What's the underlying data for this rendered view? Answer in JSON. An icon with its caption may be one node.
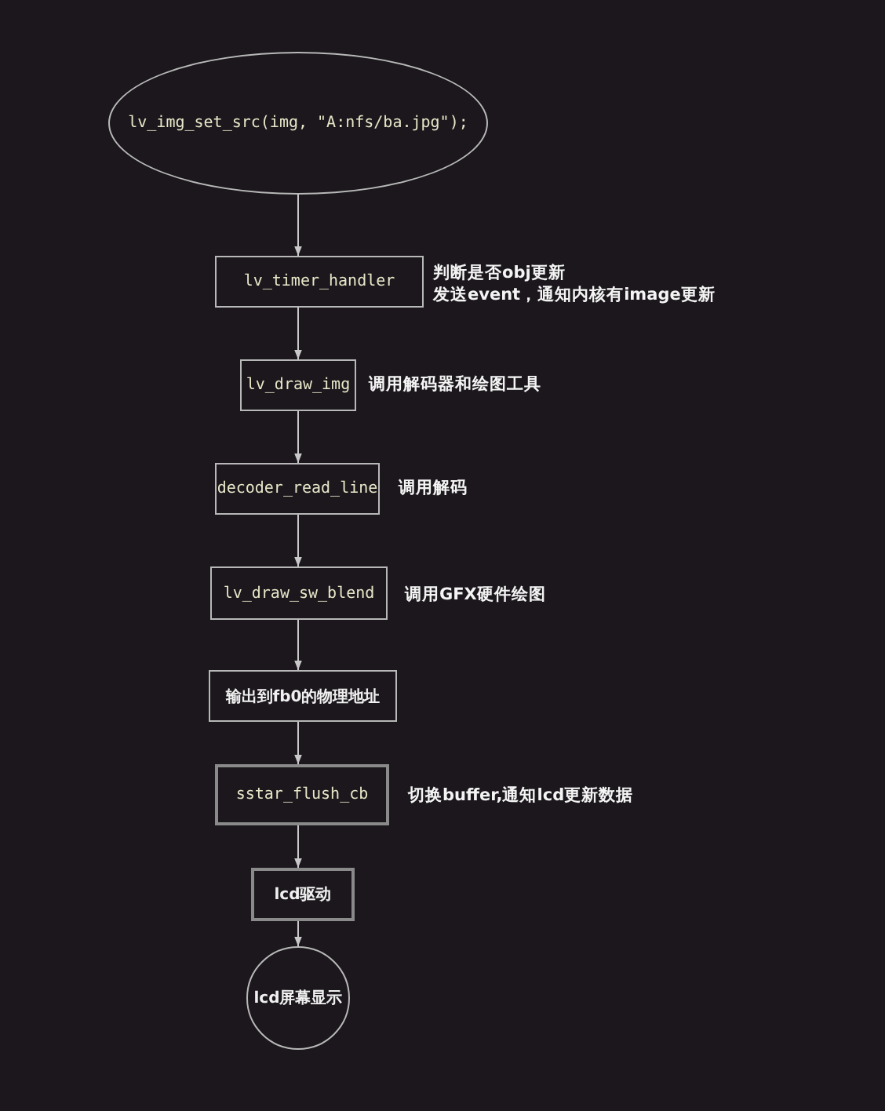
{
  "diagram": {
    "nodes": [
      {
        "text": [
          "lv_img_set_src(img, \"A:nfs/ba.jpg\");"
        ]
      },
      {
        "text": [
          "lv_timer_handler"
        ],
        "beside": [
          "判断是否obj更新",
          "发送event，通知内核有image更新"
        ]
      },
      {
        "text": [
          "lv_draw_img"
        ],
        "beside": [
          "调用解码器和绘图工具"
        ]
      },
      {
        "text": [
          "decoder_read_line"
        ],
        "beside": [
          "调用解码"
        ]
      },
      {
        "text": [
          "lv_draw_sw_blend"
        ],
        "beside": [
          "调用GFX硬件绘图"
        ]
      },
      {
        "text": [
          "输出到fb0的物理地址"
        ]
      },
      {
        "text": [
          "sstar_flush_cb"
        ],
        "beside": [
          "切换buffer,通知lcd更新数据"
        ]
      },
      {
        "text": [
          "lcd驱动"
        ]
      },
      {
        "text": [
          "lcd屏幕显示"
        ]
      }
    ],
    "edges": [
      {
        "from": 0,
        "to": 1,
        "arrow": "to"
      },
      {
        "from": 1,
        "to": 2,
        "arrow": "to"
      },
      {
        "from": 2,
        "to": 3,
        "arrow": "to"
      },
      {
        "from": 3,
        "to": 4,
        "arrow": "to"
      },
      {
        "from": 4,
        "to": 5,
        "arrow": "to"
      },
      {
        "from": 5,
        "to": 6,
        "arrow": "to"
      },
      {
        "from": 6,
        "to": 7,
        "arrow": "to"
      },
      {
        "from": 7,
        "to": 8,
        "arrow": "to"
      }
    ]
  }
}
